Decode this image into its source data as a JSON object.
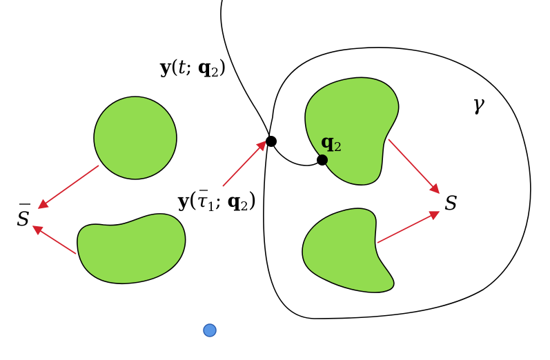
{
  "colors": {
    "blob_fill": "#92dc4f",
    "outline": "#000000",
    "arrow": "#d41f2b",
    "dot": "#000000",
    "blue_dot_fill": "#5a97e6",
    "blue_dot_stroke": "#2d5fb0"
  },
  "labels": {
    "trajectory": {
      "y": "y",
      "open": "(",
      "t": "t",
      "sep": "; ",
      "q": "q",
      "sub": "2",
      "close": ")"
    },
    "gamma": "γ",
    "q2": {
      "q": "q",
      "sub": "2"
    },
    "S": "S",
    "Sbar": "S",
    "entry_point": {
      "y": "y",
      "open": "(",
      "tau": "τ",
      "sub1": "1",
      "sep": "; ",
      "q": "q",
      "sub2": "2",
      "close": ")"
    }
  }
}
